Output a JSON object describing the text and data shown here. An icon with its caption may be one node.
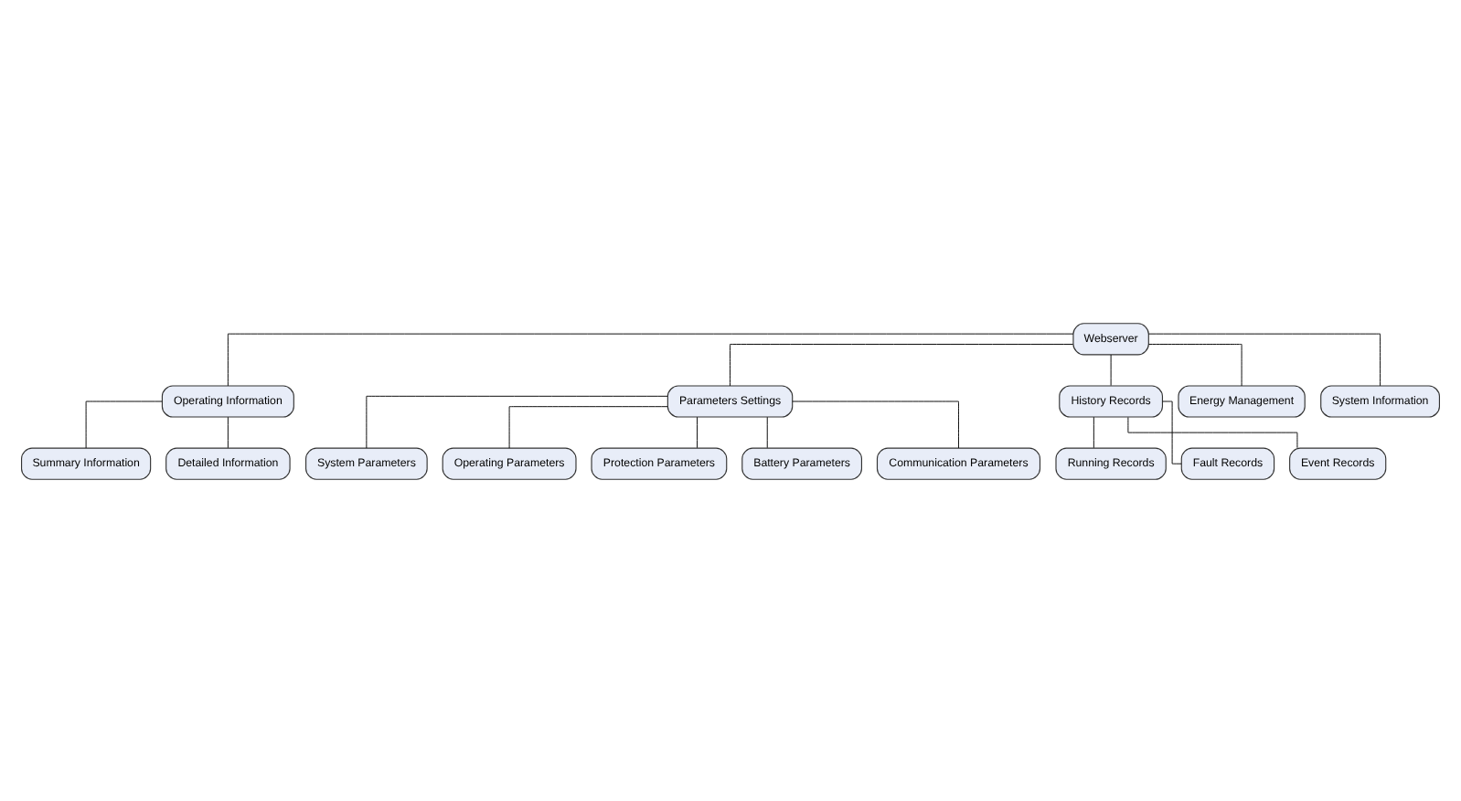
{
  "diagram": {
    "nodes": [
      {
        "text": [
          "Webserver"
        ]
      },
      {
        "text": [
          "Operating Information"
        ]
      },
      {
        "text": [
          "Parameters Settings"
        ]
      },
      {
        "text": [
          "History Records"
        ]
      },
      {
        "text": [
          "Energy Management"
        ]
      },
      {
        "text": [
          "System Information"
        ]
      },
      {
        "text": [
          "Summary Information"
        ]
      },
      {
        "text": [
          "Detailed Information"
        ]
      },
      {
        "text": [
          "System Parameters"
        ]
      },
      {
        "text": [
          "Operating Parameters"
        ]
      },
      {
        "text": [
          "Protection Parameters"
        ]
      },
      {
        "text": [
          "Battery Parameters"
        ]
      },
      {
        "text": [
          "Communication Parameters"
        ]
      },
      {
        "text": [
          "Running Records"
        ]
      },
      {
        "text": [
          "Fault Records"
        ]
      },
      {
        "text": [
          "Event Records"
        ]
      }
    ],
    "edges": [
      {
        "from": 0,
        "to": 1,
        "arrow": "none"
      },
      {
        "from": 0,
        "to": 2,
        "arrow": "none"
      },
      {
        "from": 0,
        "to": 3,
        "arrow": "none"
      },
      {
        "from": 0,
        "to": 4,
        "arrow": "none"
      },
      {
        "from": 0,
        "to": 5,
        "arrow": "none"
      },
      {
        "from": 1,
        "to": 6,
        "arrow": "none"
      },
      {
        "from": 1,
        "to": 7,
        "arrow": "none"
      },
      {
        "from": 2,
        "to": 8,
        "arrow": "none"
      },
      {
        "from": 2,
        "to": 9,
        "arrow": "none"
      },
      {
        "from": 2,
        "to": 10,
        "arrow": "none"
      },
      {
        "from": 2,
        "to": 11,
        "arrow": "none"
      },
      {
        "from": 2,
        "to": 12,
        "arrow": "none"
      },
      {
        "from": 3,
        "to": 13,
        "arrow": "none"
      },
      {
        "from": 3,
        "to": 14,
        "arrow": "none"
      },
      {
        "from": 3,
        "to": 15,
        "arrow": "none"
      }
    ]
  }
}
